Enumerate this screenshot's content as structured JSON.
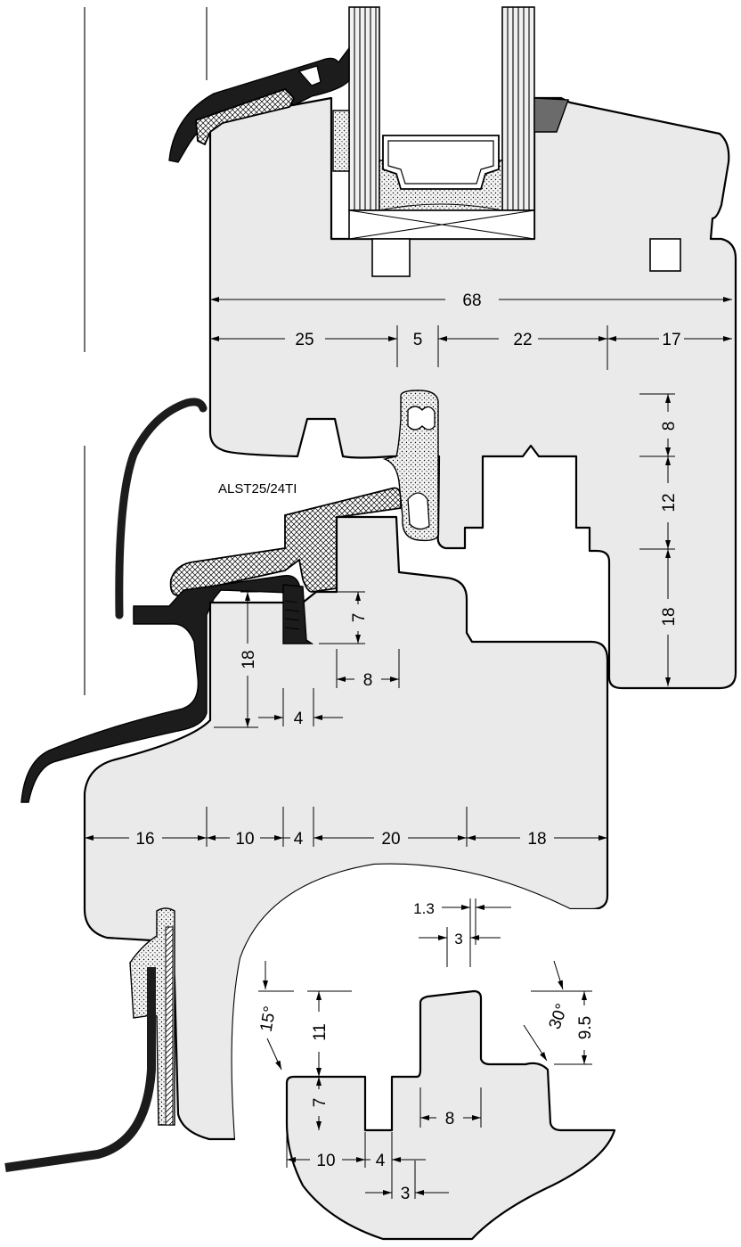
{
  "profile_label": "ALST25/24TI",
  "dimensions": {
    "sash_total": "68",
    "sash_25": "25",
    "sash_5": "5",
    "sash_22": "22",
    "sash_17": "17",
    "right_8": "8",
    "right_12": "12",
    "right_18": "18",
    "frame_7": "7",
    "frame_18": "18",
    "frame_8": "8",
    "frame_4": "4",
    "bottom_16": "16",
    "bottom_10": "10",
    "bottom_4": "4",
    "bottom_20": "20",
    "bottom_18": "18"
  },
  "detail": {
    "d_1_3": "1.3",
    "d_3_top": "3",
    "d_15deg": "15°",
    "d_11": "11",
    "d_7": "7",
    "d_30deg": "30°",
    "d_9_5": "9.5",
    "d_8": "8",
    "d_10": "10",
    "d_4": "4",
    "d_3_bottom": "3"
  }
}
